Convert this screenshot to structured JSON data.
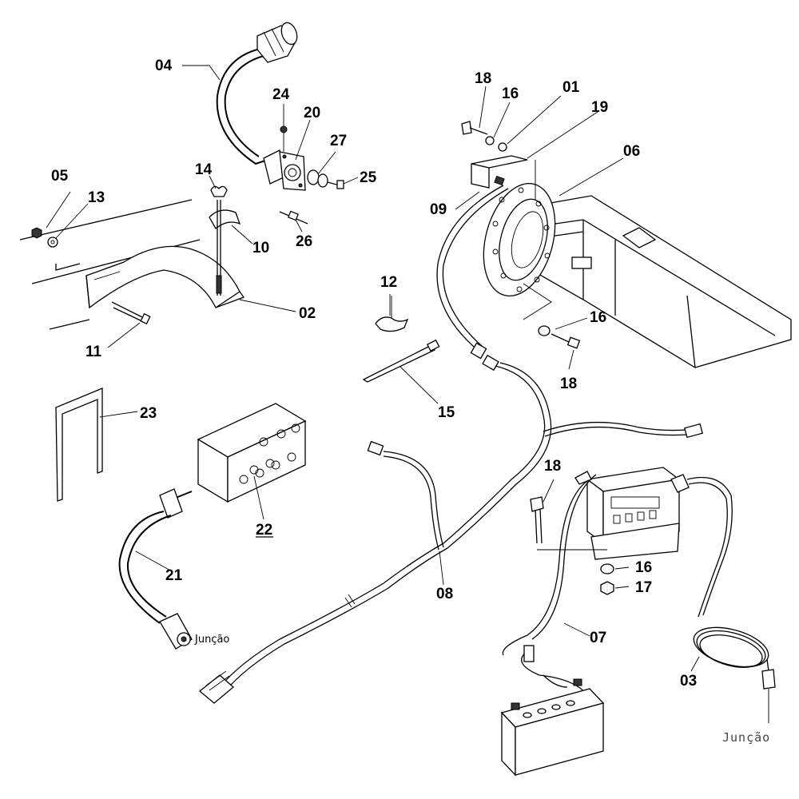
{
  "labels": {
    "p01": "01",
    "p02": "02",
    "p03": "03",
    "p04": "04",
    "p05": "05",
    "p06": "06",
    "p07": "07",
    "p08": "08",
    "p09": "09",
    "p10": "10",
    "p11": "11",
    "p12": "12",
    "p13": "13",
    "p14": "14",
    "p15": "15",
    "p16a": "16",
    "p16b": "16",
    "p16c": "16",
    "p17": "17",
    "p18a": "18",
    "p18b": "18",
    "p18c": "18",
    "p19": "19",
    "p20": "20",
    "p21": "21",
    "p22": "22",
    "p23": "23",
    "p24": "24",
    "p25": "25",
    "p26": "26",
    "p27": "27"
  },
  "junctions": {
    "left": "Junção",
    "right": "Junção"
  },
  "colors": {
    "line": "#000000",
    "background": "#ffffff"
  }
}
